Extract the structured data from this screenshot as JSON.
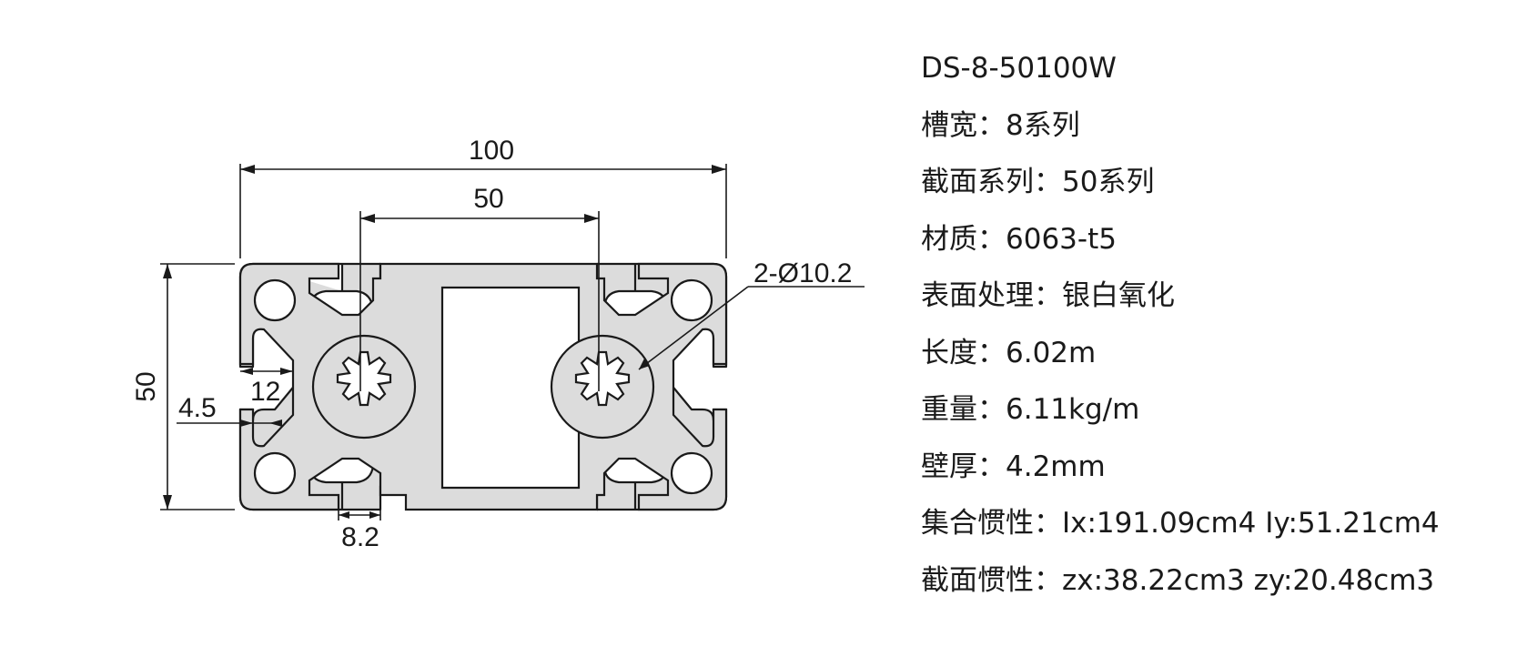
{
  "drawing": {
    "dim_width": "100",
    "dim_center_spacing": "50",
    "dim_height": "50",
    "dim_hole": "2-Ø10.2",
    "dim_slot_depth": "12",
    "dim_wall": "4.5",
    "dim_slot_width": "8.2",
    "colors": {
      "profile_fill": "#dcdcdc",
      "outline": "#1a1a1a",
      "background": "#ffffff"
    }
  },
  "specs": {
    "model": "DS-8-50100W",
    "slot_width": "槽宽：8系列",
    "section_series": "截面系列：50系列",
    "material": "材质：6063-t5",
    "surface": "表面处理：银白氧化",
    "length": "长度：6.02m",
    "weight": "重量：6.11kg/m",
    "wall_thickness": "壁厚：4.2mm",
    "moment_inertia": "集合惯性：Ix:191.09cm4 Iy:51.21cm4",
    "section_modulus": "截面惯性：zx:38.22cm3 zy:20.48cm3"
  }
}
